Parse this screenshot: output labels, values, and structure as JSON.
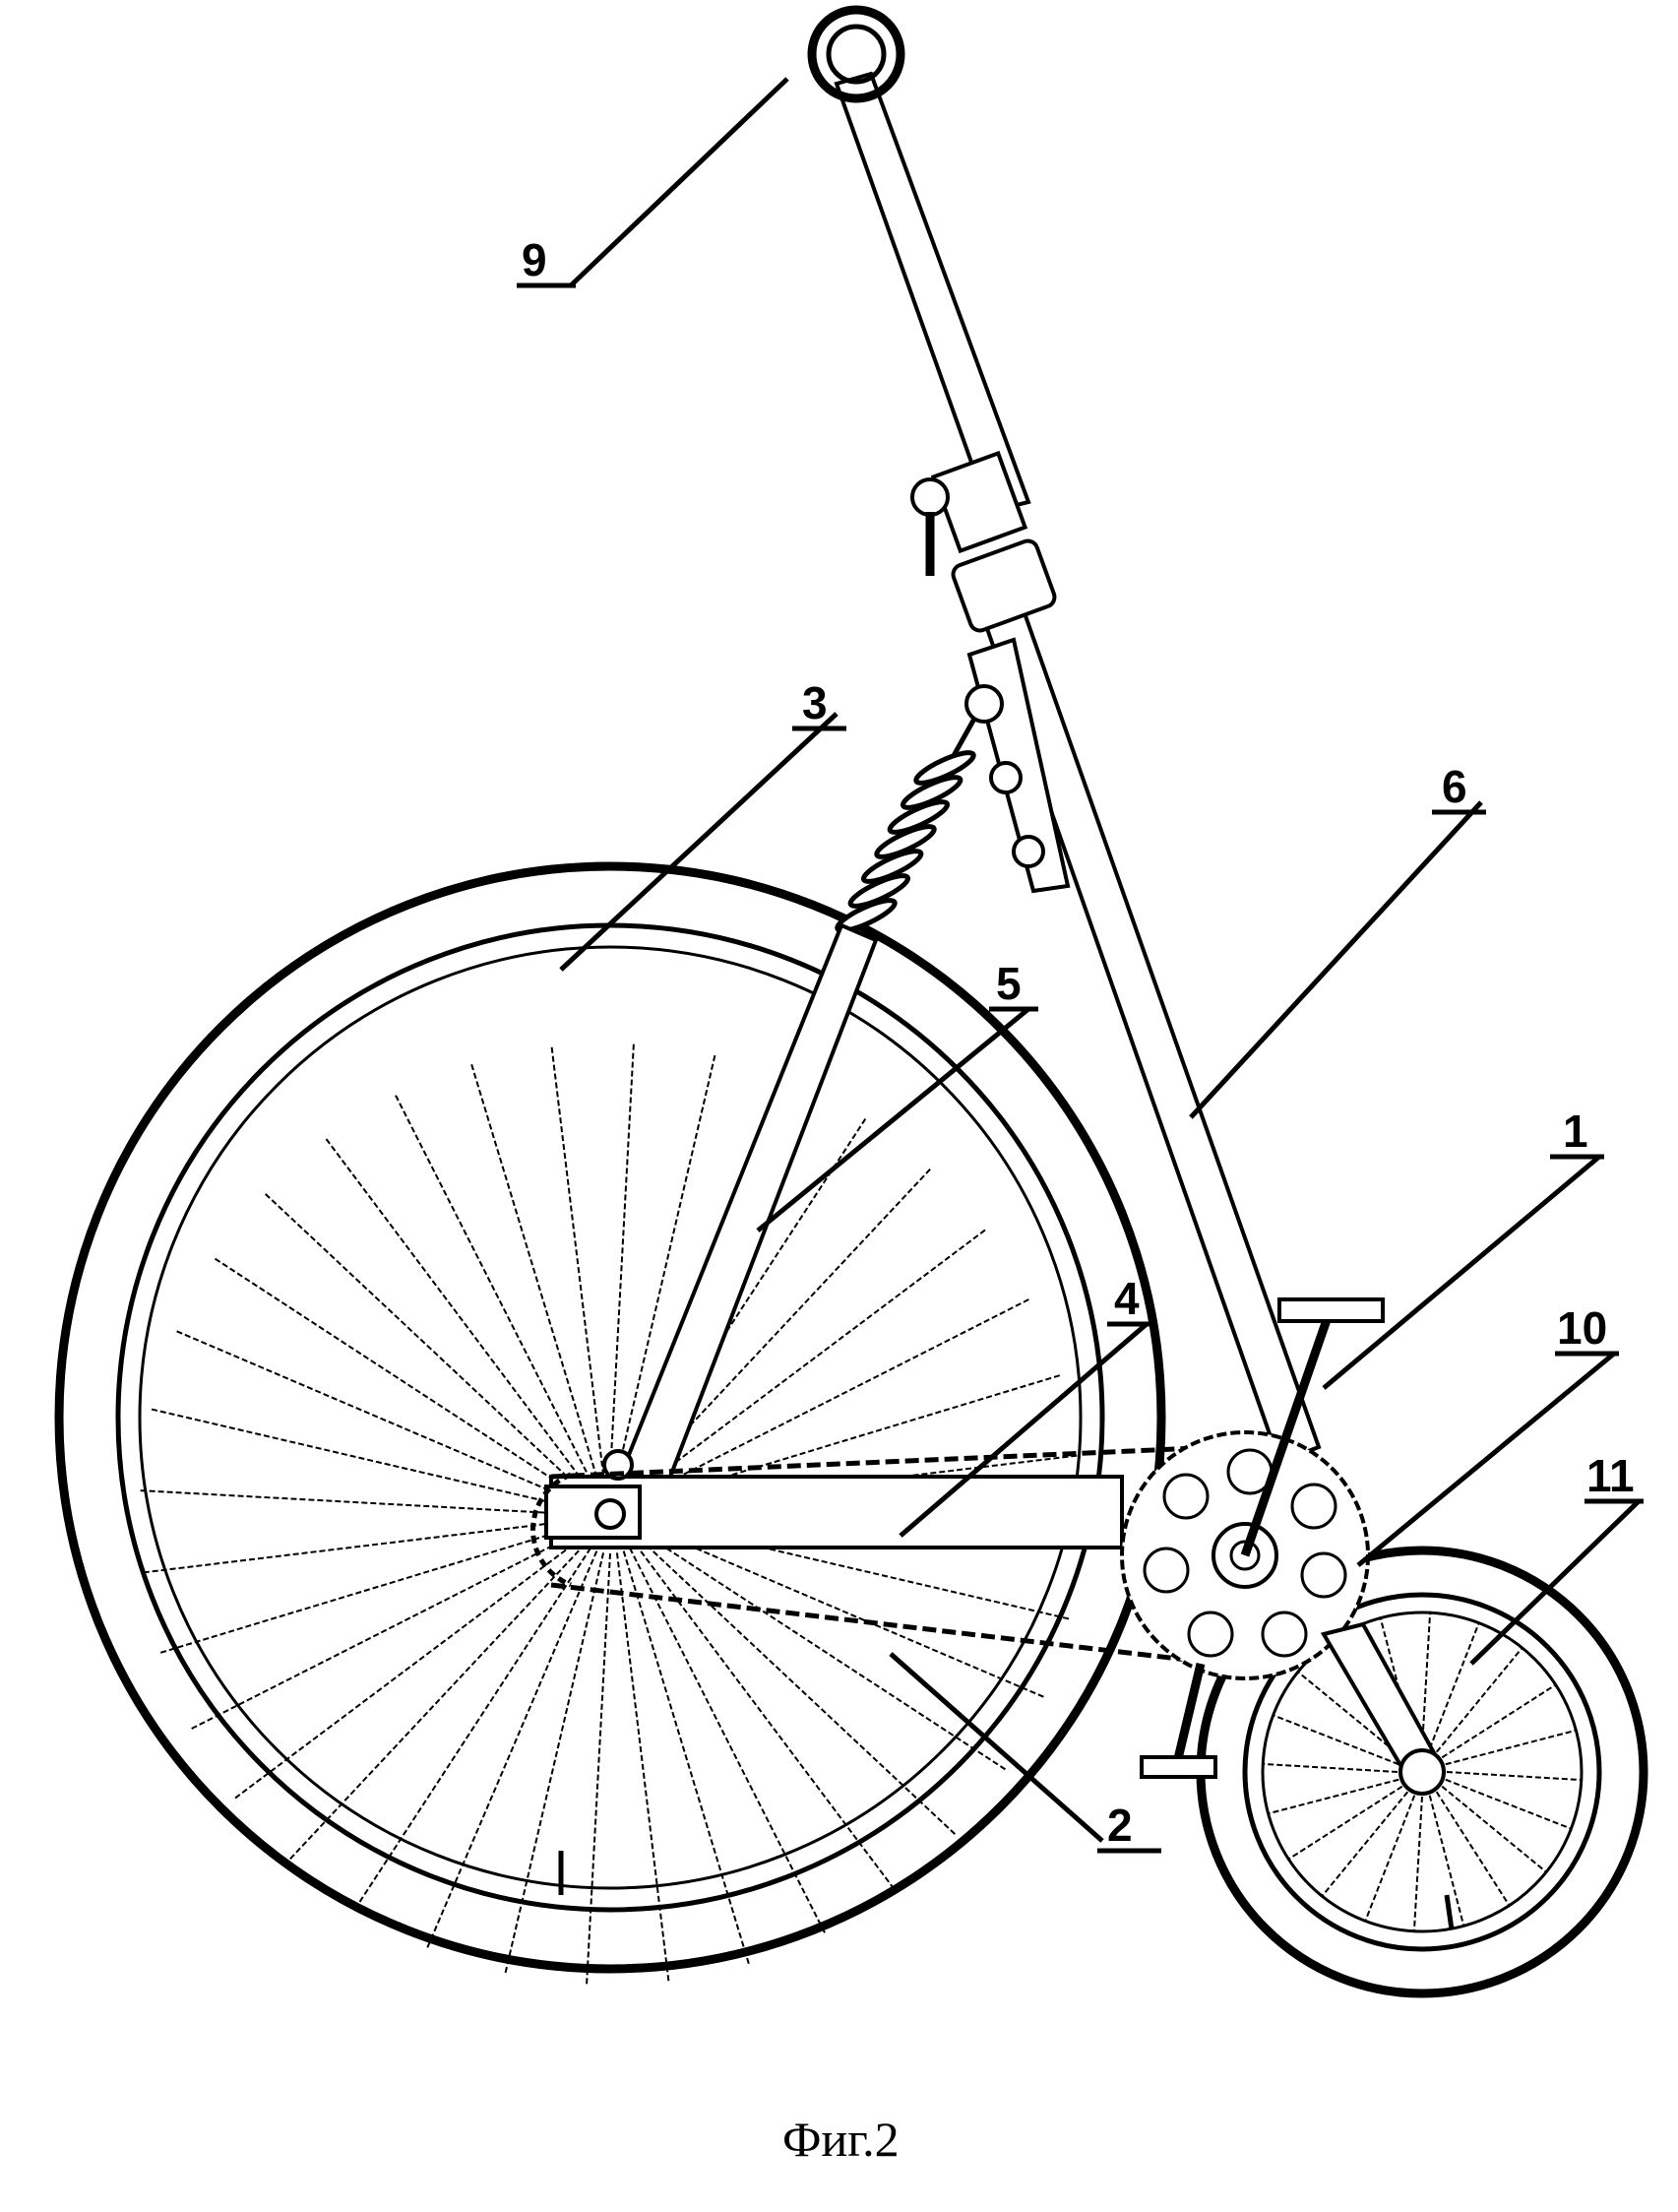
{
  "figure": {
    "caption": "Фиг.2",
    "labels": [
      {
        "id": "label-1",
        "text": "1"
      },
      {
        "id": "label-2",
        "text": "2"
      },
      {
        "id": "label-3",
        "text": "3"
      },
      {
        "id": "label-4",
        "text": "4"
      },
      {
        "id": "label-5",
        "text": "5"
      },
      {
        "id": "label-6",
        "text": "6"
      },
      {
        "id": "label-9",
        "text": "9"
      },
      {
        "id": "label-10",
        "text": "10"
      },
      {
        "id": "label-11",
        "text": "11"
      }
    ]
  },
  "colors": {
    "line": "#000000",
    "background": "#ffffff"
  }
}
